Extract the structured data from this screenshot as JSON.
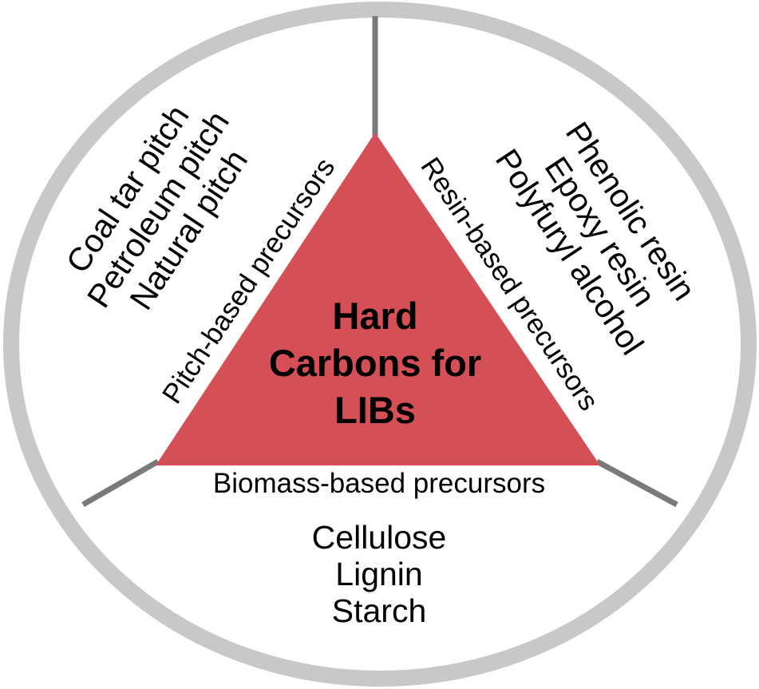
{
  "center_title": [
    "Hard",
    "Carbons for",
    "LIBs"
  ],
  "categories": {
    "pitch": {
      "label": "Pitch-based precursors",
      "items": [
        "Coal tar pitch",
        "Petroleum pitch",
        "Natural pitch"
      ]
    },
    "resin": {
      "label": "Resin-based precursors",
      "items": [
        "Phenolic resin",
        "Epoxy resin",
        "Polyfuryl alcohol"
      ]
    },
    "biomass": {
      "label": "Biomass-based precursors",
      "items": [
        "Cellulose",
        "Lignin",
        "Starch"
      ]
    }
  },
  "colors": {
    "triangle": "#d44f56",
    "ring": "#c8c8c8",
    "divider": "#7a7a7a"
  }
}
